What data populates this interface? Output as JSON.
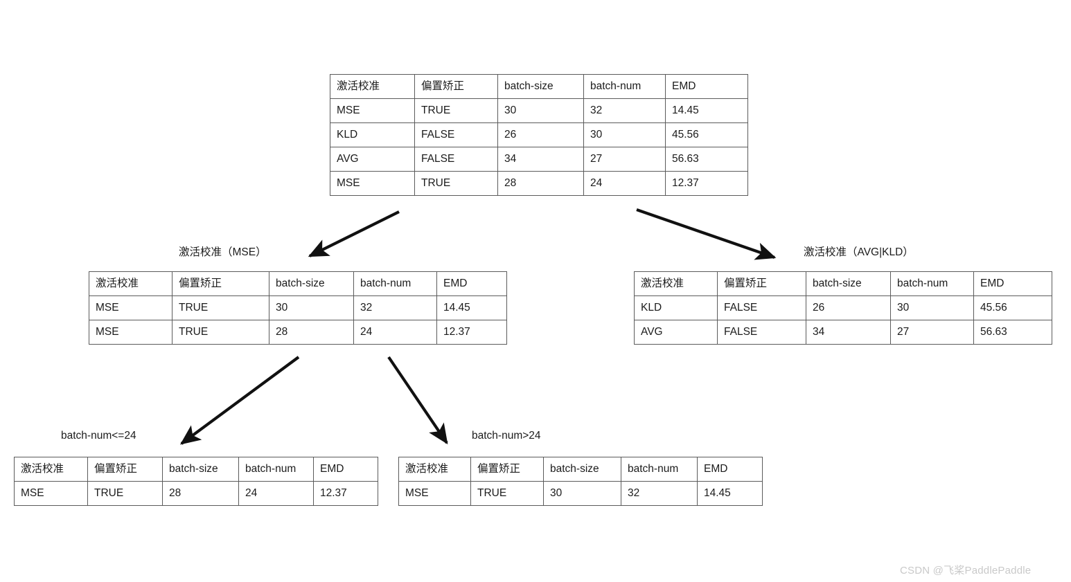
{
  "diagram": {
    "type": "decision-tree",
    "columns": [
      "激活校准",
      "偏置矫正",
      "batch-size",
      "batch-num",
      "EMD"
    ],
    "nodes": {
      "root": {
        "label": "",
        "rows": [
          [
            "MSE",
            "TRUE",
            "30",
            "32",
            "14.45"
          ],
          [
            "KLD",
            "FALSE",
            "26",
            "30",
            "45.56"
          ],
          [
            "AVG",
            "FALSE",
            "34",
            "27",
            "56.63"
          ],
          [
            "MSE",
            "TRUE",
            "28",
            "24",
            "12.37"
          ]
        ]
      },
      "left": {
        "label": "激活校准（MSE）",
        "rows": [
          [
            "MSE",
            "TRUE",
            "30",
            "32",
            "14.45"
          ],
          [
            "MSE",
            "TRUE",
            "28",
            "24",
            "12.37"
          ]
        ]
      },
      "right": {
        "label": "激活校准（AVG|KLD）",
        "rows": [
          [
            "KLD",
            "FALSE",
            "26",
            "30",
            "45.56"
          ],
          [
            "AVG",
            "FALSE",
            "34",
            "27",
            "56.63"
          ]
        ]
      },
      "leaf_left": {
        "label": "batch-num<=24",
        "rows": [
          [
            "MSE",
            "TRUE",
            "28",
            "24",
            "12.37"
          ]
        ]
      },
      "leaf_right": {
        "label": "batch-num>24",
        "rows": [
          [
            "MSE",
            "TRUE",
            "30",
            "32",
            "14.45"
          ]
        ]
      }
    }
  },
  "watermark": {
    "text": "CSDN @飞桨PaddlePaddle",
    "color": "#c9c9c9"
  },
  "colors": {
    "border": "#5a5a5a",
    "text": "#1b1b1b",
    "arrow": "#111111",
    "background": "#ffffff"
  }
}
